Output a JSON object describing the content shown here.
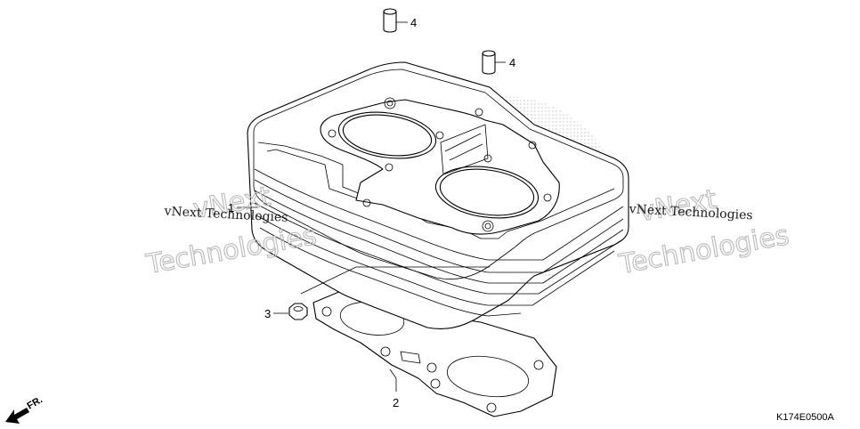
{
  "callouts": {
    "part_1": "1",
    "part_2": "2",
    "part_3": "3",
    "part_4_a": "4",
    "part_4_b": "4"
  },
  "watermarks": {
    "outline_left_line1": "vNext",
    "outline_left_line2": "Technologies",
    "outline_right_line1": "vNext",
    "outline_right_line2": "Technologies",
    "mono_left": "vNext Technologies",
    "mono_right": "vNext Technologies"
  },
  "drawing_code": "K174E0500A",
  "fr_label": "FR.",
  "colors": {
    "line": "#000000",
    "watermark": "#b9b9b9",
    "stipple": "#bdbdbd",
    "background": "#ffffff"
  }
}
